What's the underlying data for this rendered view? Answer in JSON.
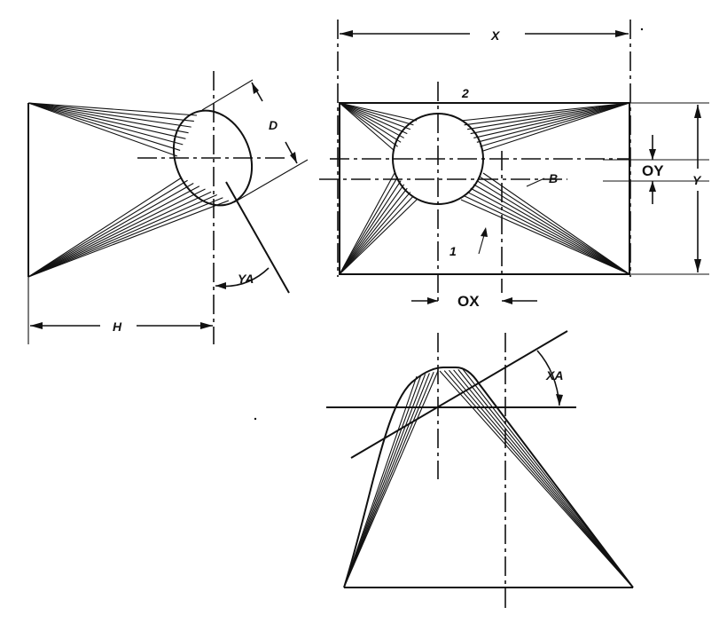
{
  "labels": {
    "x": "X",
    "y": "Y",
    "oy": "OY",
    "ox": "OX",
    "d": "D",
    "h": "H",
    "ya": "YA",
    "xa": "XA",
    "b": "B",
    "one": "1",
    "two": "2"
  }
}
